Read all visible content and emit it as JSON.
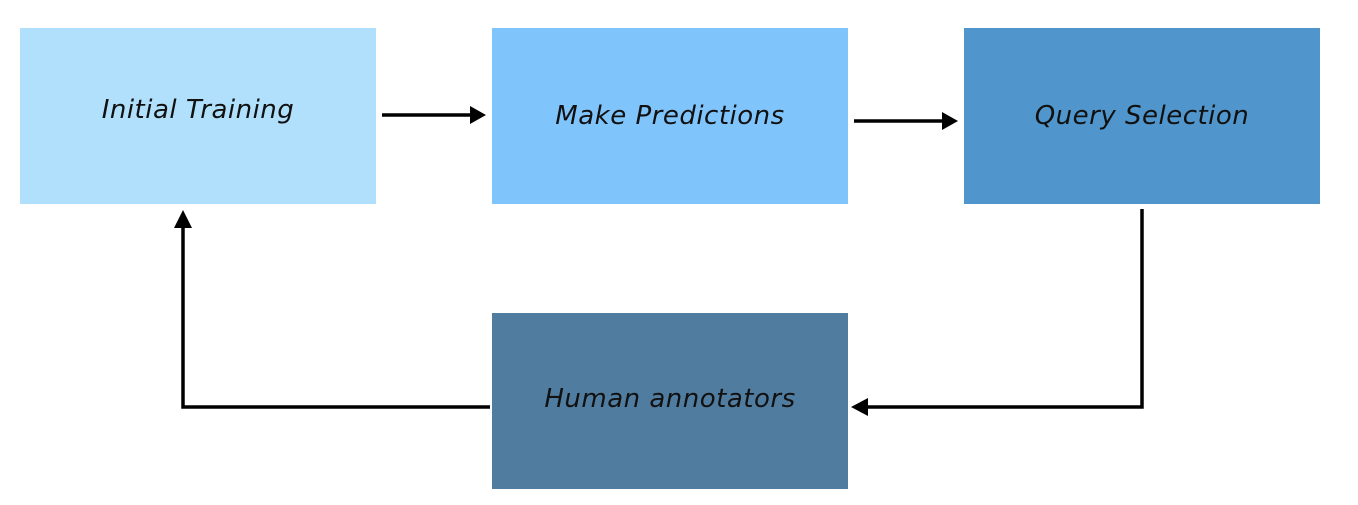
{
  "colors": {
    "initial_training": "#b0e0fc",
    "make_predictions": "#80c4fc",
    "query_selection": "#5096cc",
    "human_annotators": "#507ca0",
    "edge": "#000000"
  },
  "nodes": {
    "initial_training": {
      "label": "Initial Training"
    },
    "make_predictions": {
      "label": "Make Predictions"
    },
    "query_selection": {
      "label": "Query Selection"
    },
    "human_annotators": {
      "label": "Human annotators"
    }
  },
  "edges": [
    {
      "from": "Initial Training",
      "to": "Make Predictions"
    },
    {
      "from": "Make Predictions",
      "to": "Query Selection"
    },
    {
      "from": "Query Selection",
      "to": "Human annotators"
    },
    {
      "from": "Human annotators",
      "to": "Initial Training"
    }
  ]
}
